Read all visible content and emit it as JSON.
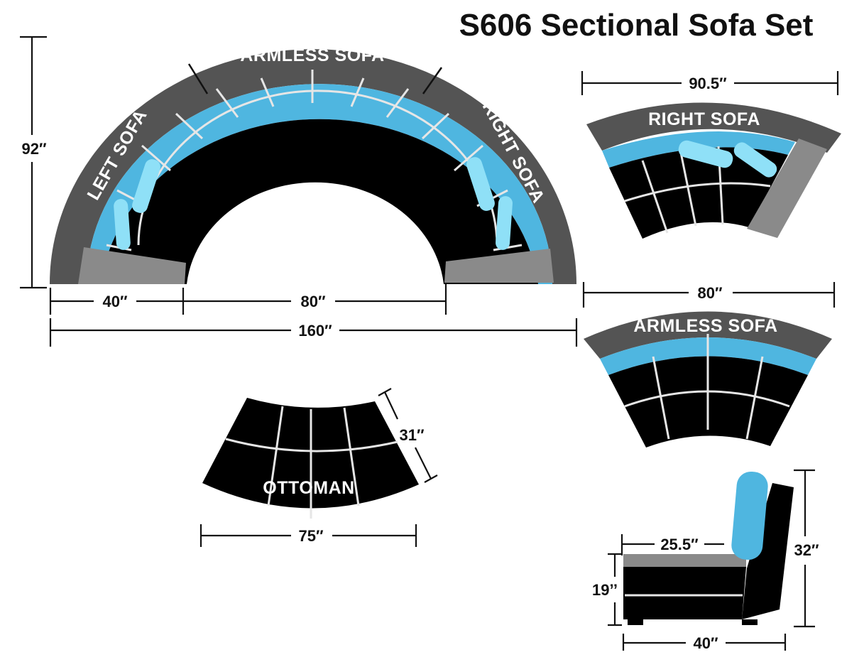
{
  "title": "S606 Sectional Sofa Set",
  "colors": {
    "frame": "#545454",
    "arm": "#8a8a8a",
    "cushion": "#000000",
    "accent": "#4fb6e0",
    "pillow": "#8fe0f7",
    "seam": "#e6e6e6"
  },
  "main_set": {
    "labels": {
      "left": "LEFT SOFA",
      "middle": "ARMLESS SOFA",
      "right": "RIGHT SOFA"
    },
    "dims": {
      "height": "92″",
      "side": "40″",
      "inner": "80″",
      "total": "160″"
    }
  },
  "right_sofa": {
    "label": "RIGHT SOFA",
    "width": "90.5″"
  },
  "armless_sofa": {
    "label": "ARMLESS SOFA",
    "width": "80″"
  },
  "ottoman": {
    "label": "OTTOMAN",
    "width": "75″",
    "depth": "31″"
  },
  "side_view": {
    "seat_depth": "25.5″",
    "seat_height": "19’’",
    "total_height": "32″",
    "depth": "40″"
  }
}
